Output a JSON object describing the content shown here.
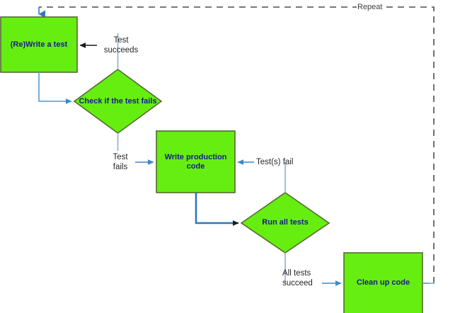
{
  "diagram": {
    "title": "TDD cycle flowchart",
    "colors": {
      "node_fill": "#66ee11",
      "node_stroke": "#556b2f",
      "node_text": "#1a1a8c",
      "connector": "#3f87c8",
      "connector_dark": "#1a1a1a",
      "loop_dash": "#4d4d4d",
      "background": "#ffffff"
    },
    "nodes": [
      {
        "id": "rewrite-test",
        "shape": "rect",
        "label": "(Re)Write a test"
      },
      {
        "id": "check-test-fails",
        "shape": "diamond",
        "label": "Check if the\ntest fails"
      },
      {
        "id": "write-production-code",
        "shape": "rect",
        "label": "Write production\ncode"
      },
      {
        "id": "run-all-tests",
        "shape": "diamond",
        "label": "Run all tests"
      },
      {
        "id": "clean-up-code",
        "shape": "rect",
        "label": "Clean up code"
      }
    ],
    "edge_labels": [
      {
        "id": "test-succeeds",
        "text": "Test\nsucceeds"
      },
      {
        "id": "test-fails",
        "text": "Test\nfails"
      },
      {
        "id": "tests-fail",
        "text": "Test(s) fail"
      },
      {
        "id": "all-tests-succeed",
        "text": "All tests\nsucceed"
      }
    ],
    "loop": {
      "id": "repeat-loop",
      "label": "Repeat"
    }
  }
}
